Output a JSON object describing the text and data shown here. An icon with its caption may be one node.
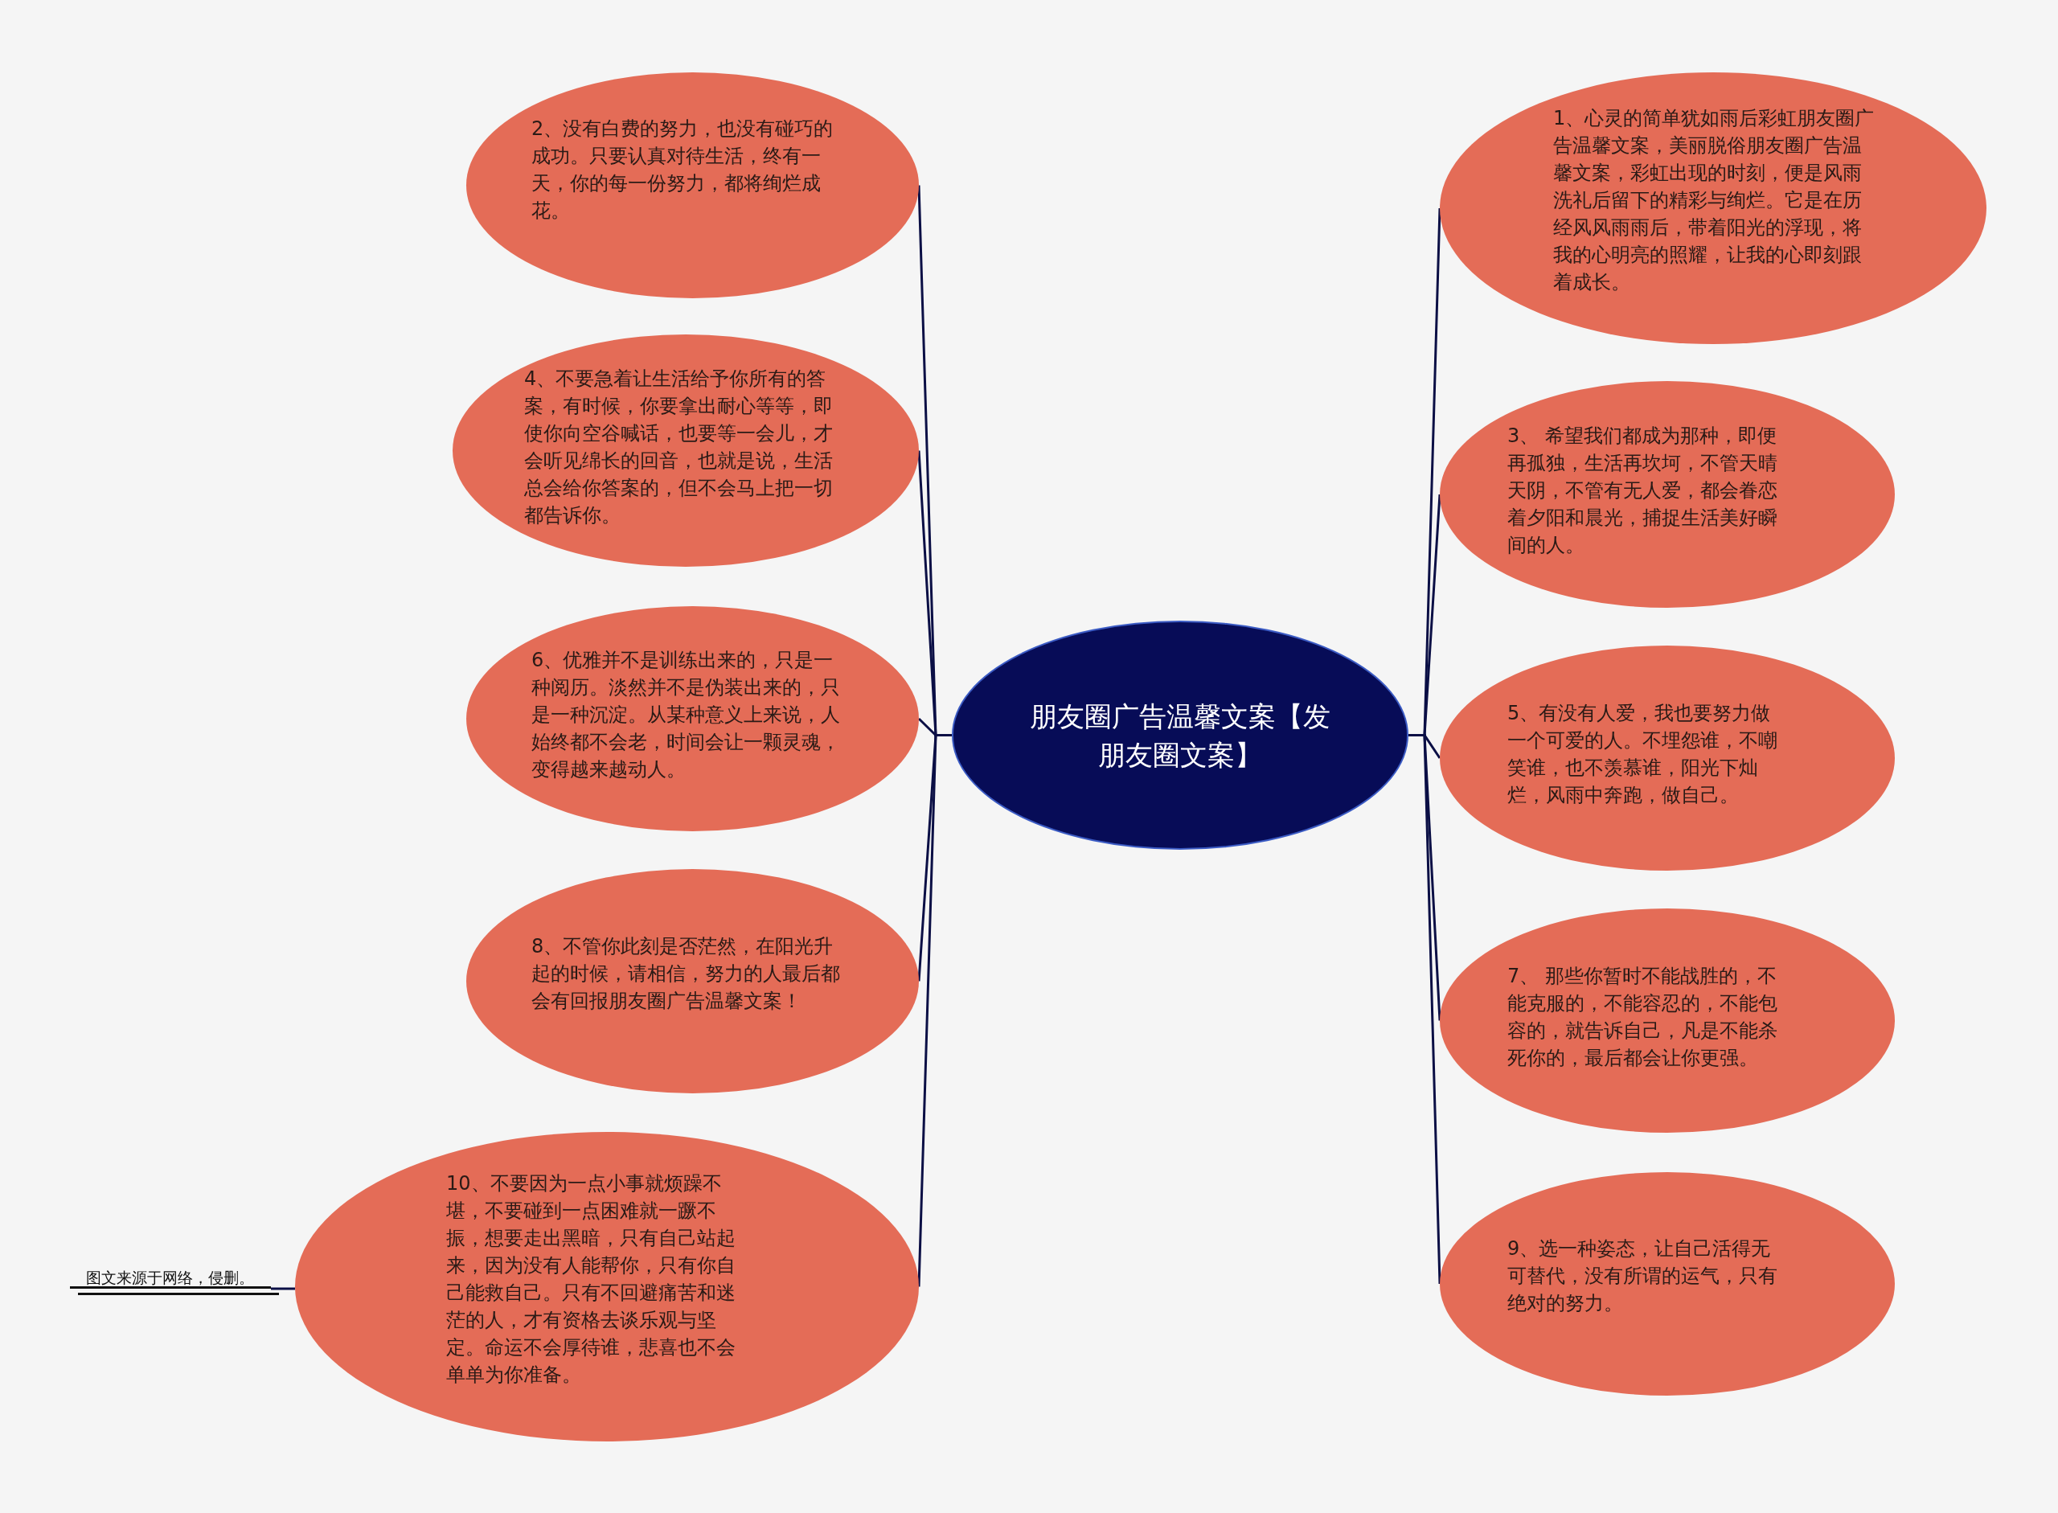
{
  "diagram": {
    "nodes": [
      {
        "text": [
          "朋友圈广告温馨文案【发朋友圈文案】"
        ]
      },
      {
        "text": [
          "1、心灵的简单犹如雨后彩虹朋友圈广告温馨文案，美丽脱俗朋友圈广告温馨文案，彩虹出现的时刻，便是风雨洗礼后留下的精彩与绚烂。它是在历经风风雨雨后，带着阳光的浮现，将我的心明亮的照耀，让我的心即刻跟着成长。"
        ]
      },
      {
        "text": [
          "2、没有白费的努力，也没有碰巧的成功。只要认真对待生活，终有一天，你的每一份努力，都将绚烂成花。"
        ]
      },
      {
        "text": [
          "3、 希望我们都成为那种，即便再孤独，生活再坎坷，不管天晴天阴，不管有无人爱，都会眷恋着夕阳和晨光，捕捉生活美好瞬间的人。"
        ]
      },
      {
        "text": [
          "4、不要急着让生活给予你所有的答案，有时候，你要拿出耐心等等，即使你向空谷喊话，也要等一会儿，才会听见绵长的回音，也就是说，生活总会给你答案的，但不会马上把一切都告诉你。"
        ]
      },
      {
        "text": [
          "5、有没有人爱，我也要努力做一个可爱的人。不埋怨谁，不嘲笑谁，也不羡慕谁，阳光下灿烂，风雨中奔跑，做自己。"
        ]
      },
      {
        "text": [
          "6、优雅并不是训练出来的，只是一种阅历。淡然并不是伪装出来的，只是一种沉淀。从某种意义上来说，人始终都不会老，时间会让一颗灵魂，变得越来越动人。"
        ]
      },
      {
        "text": [
          "7、 那些你暂时不能战胜的，不能克服的，不能容忍的，不能包容的，就告诉自己，凡是不能杀死你的，最后都会让你更强。"
        ]
      },
      {
        "text": [
          "8、不管你此刻是否茫然，在阳光升起的时候，请相信，努力的人最后都会有回报朋友圈广告温馨文案！"
        ]
      },
      {
        "text": [
          "9、选一种姿态，让自己活得无可替代，没有所谓的运气，只有绝对的努力。"
        ]
      },
      {
        "text": [
          "10、不要因为一点小事就烦躁不堪，不要碰到一点困难就一蹶不振，想要走出黑暗，只有自己站起来，因为没有人能帮你，只有你自己能救自己。只有不回避痛苦和迷茫的人，才有资格去谈乐观与坚定。命运不会厚待谁，悲喜也不会单单为你准备。"
        ]
      },
      {
        "text": [
          "图文来源于网络，侵删。"
        ]
      }
    ],
    "edges": [
      {
        "from": 0,
        "to": 1,
        "arrow": "none"
      },
      {
        "from": 0,
        "to": 2,
        "arrow": "none"
      },
      {
        "from": 0,
        "to": 3,
        "arrow": "none"
      },
      {
        "from": 0,
        "to": 4,
        "arrow": "none"
      },
      {
        "from": 0,
        "to": 5,
        "arrow": "none"
      },
      {
        "from": 0,
        "to": 6,
        "arrow": "none"
      },
      {
        "from": 0,
        "to": 7,
        "arrow": "none"
      },
      {
        "from": 0,
        "to": 8,
        "arrow": "none"
      },
      {
        "from": 0,
        "to": 9,
        "arrow": "none"
      },
      {
        "from": 0,
        "to": 10,
        "arrow": "none"
      },
      {
        "from": 10,
        "to": 11,
        "arrow": "none"
      }
    ]
  }
}
